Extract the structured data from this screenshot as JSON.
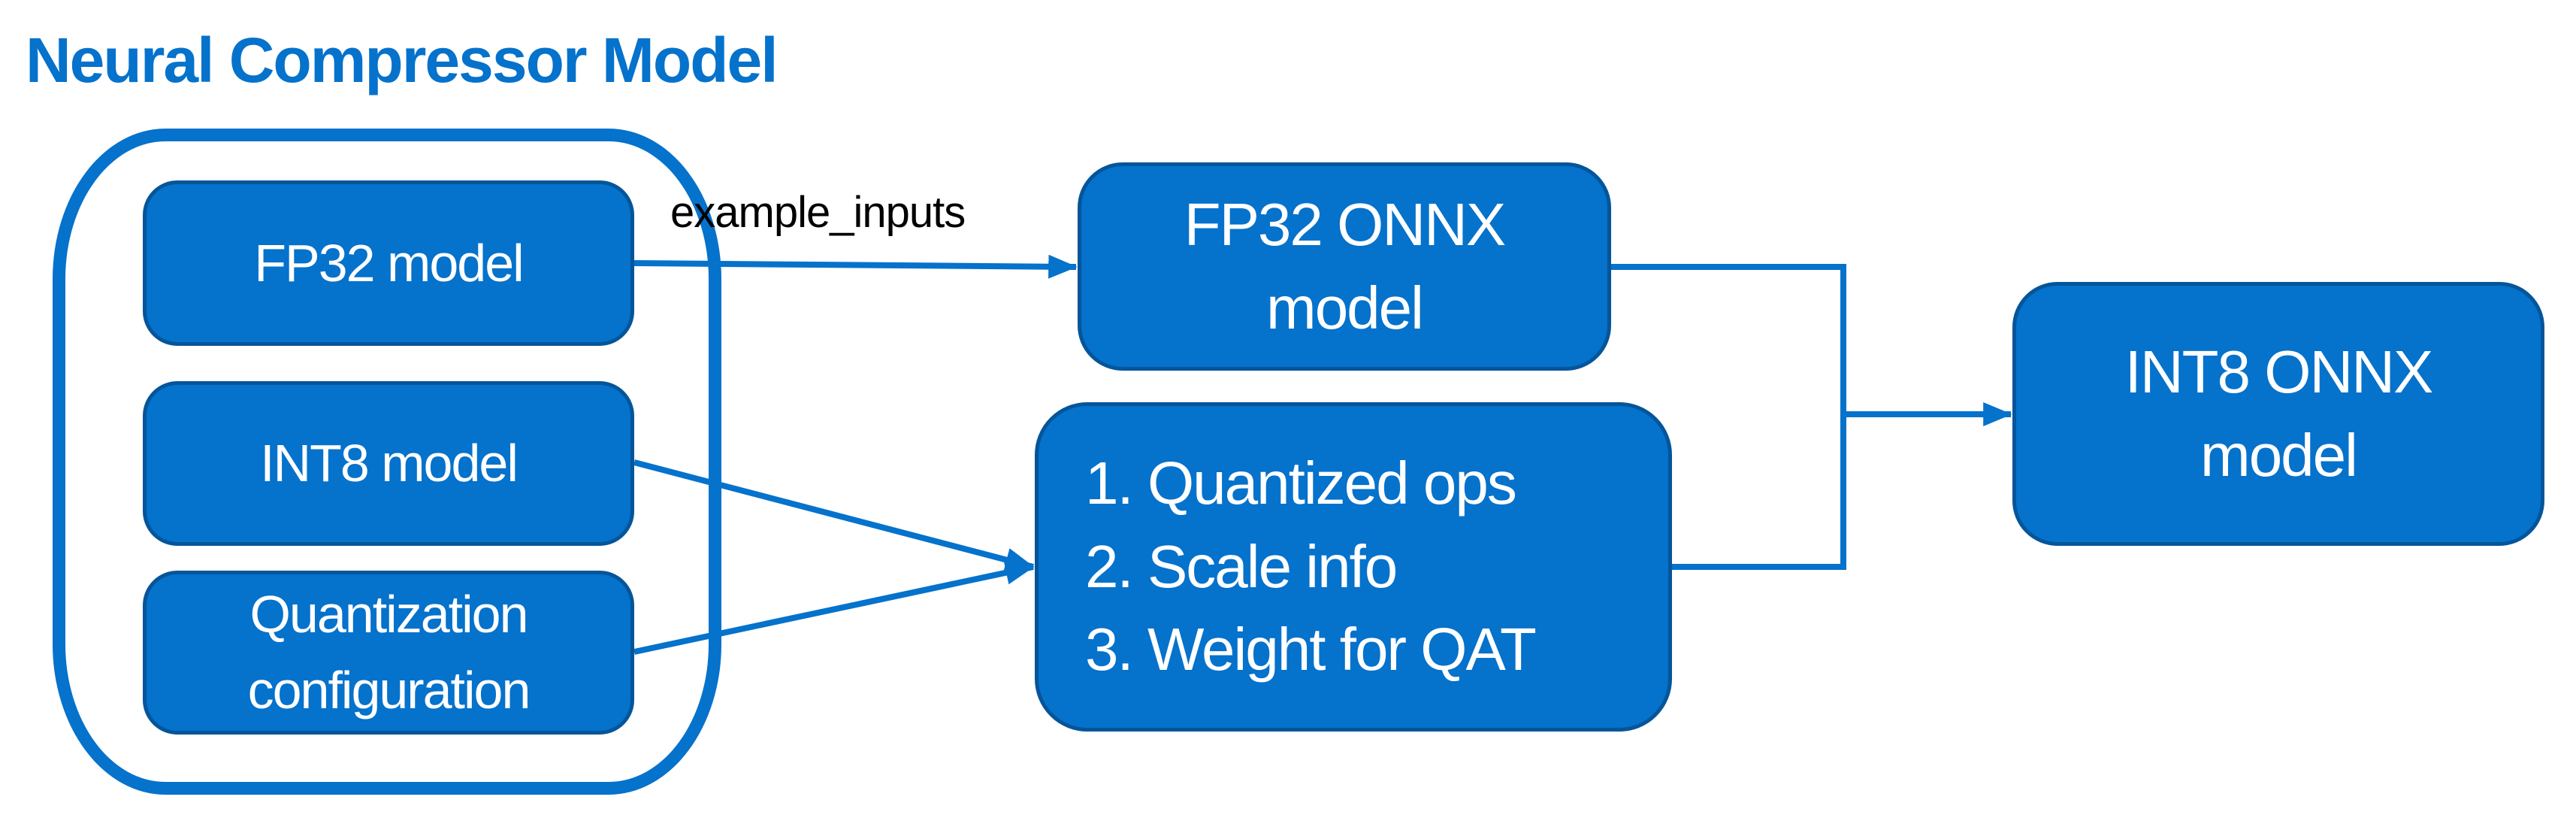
{
  "title": "Neural Compressor Model",
  "colors": {
    "accent": "#0572CC",
    "box_border": "#05559A",
    "box_text": "#FFFFFF",
    "label_text": "#000000",
    "background": "#FFFFFF"
  },
  "container": {
    "label": "Neural Compressor Model",
    "items": [
      {
        "id": "fp32-model",
        "lines": [
          "FP32 model"
        ]
      },
      {
        "id": "int8-model",
        "lines": [
          "INT8 model"
        ]
      },
      {
        "id": "quant-config",
        "lines": [
          "Quantization",
          "configuration"
        ]
      }
    ]
  },
  "nodes": {
    "fp32_onnx": {
      "lines": [
        "FP32 ONNX",
        "model"
      ]
    },
    "quant_info": {
      "lines": [
        "1. Quantized ops",
        "2. Scale info",
        "3. Weight for QAT"
      ]
    },
    "int8_onnx": {
      "lines": [
        "INT8 ONNX",
        "model"
      ]
    }
  },
  "edges": [
    {
      "from": "FP32 model",
      "to": "FP32 ONNX model",
      "label": "example_inputs",
      "arrow": true
    },
    {
      "from": "INT8 model",
      "to": "Quantized ops / Scale info / Weight for QAT",
      "label": "",
      "arrow": true
    },
    {
      "from": "Quantization configuration",
      "to": "Quantized ops / Scale info / Weight for QAT",
      "label": "",
      "arrow": true
    },
    {
      "from": "FP32 ONNX model",
      "to": "INT8 ONNX model",
      "label": "",
      "arrow": true,
      "merged": true
    },
    {
      "from": "Quantized ops / Scale info / Weight for QAT",
      "to": "INT8 ONNX model",
      "label": "",
      "arrow": true,
      "merged": true
    }
  ]
}
